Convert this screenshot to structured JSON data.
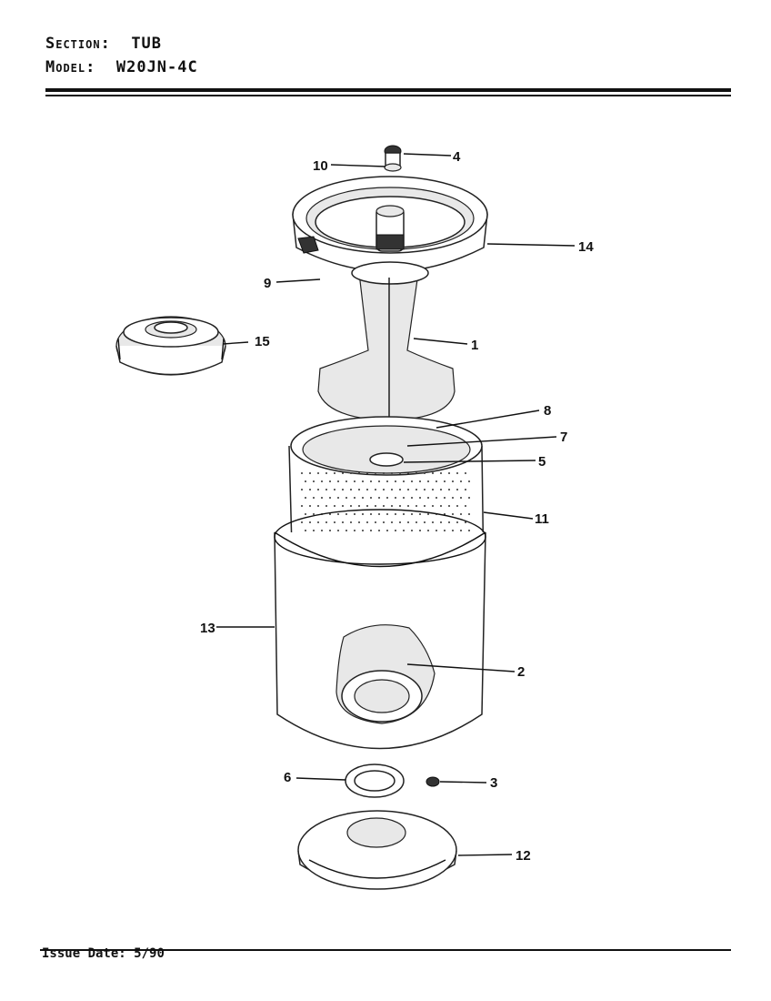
{
  "header": {
    "section_label": "Section:",
    "section_value": "TUB",
    "model_label": "Model:",
    "model_value": "W20JN-4C"
  },
  "footer": {
    "issue_label": "Issue Date:",
    "issue_value": "5/90"
  },
  "callouts": [
    "1",
    "2",
    "3",
    "4",
    "5",
    "6",
    "7",
    "8",
    "9",
    "10",
    "11",
    "12",
    "13",
    "14",
    "15"
  ]
}
